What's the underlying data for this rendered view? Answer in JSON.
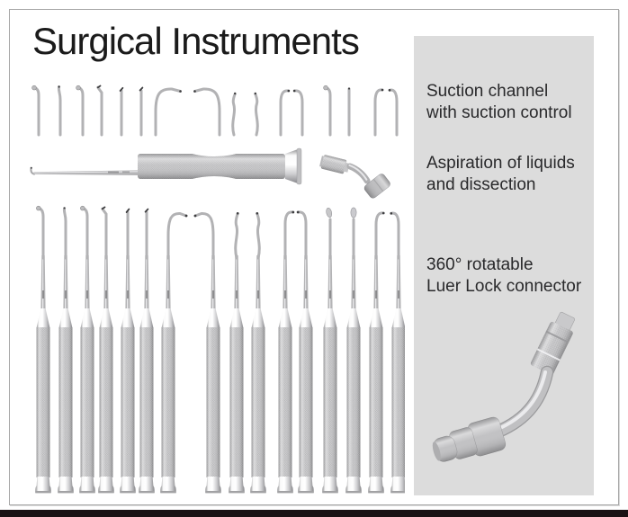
{
  "title": "Surgical Instruments",
  "panel": {
    "background_color": "#dcdcdc",
    "notes": [
      {
        "line1": "Suction channel",
        "line2": "with suction control"
      },
      {
        "line1": "Aspiration of liquids",
        "line2": "and dissection"
      },
      {
        "line1": "360° rotatable",
        "line2": "Luer Lock connector"
      }
    ]
  },
  "frame": {
    "border_color": "#a8a8a8",
    "footer_bar_color": "#1a1114",
    "background_color": "#ffffff",
    "metal_color": "#b2b2b4"
  }
}
